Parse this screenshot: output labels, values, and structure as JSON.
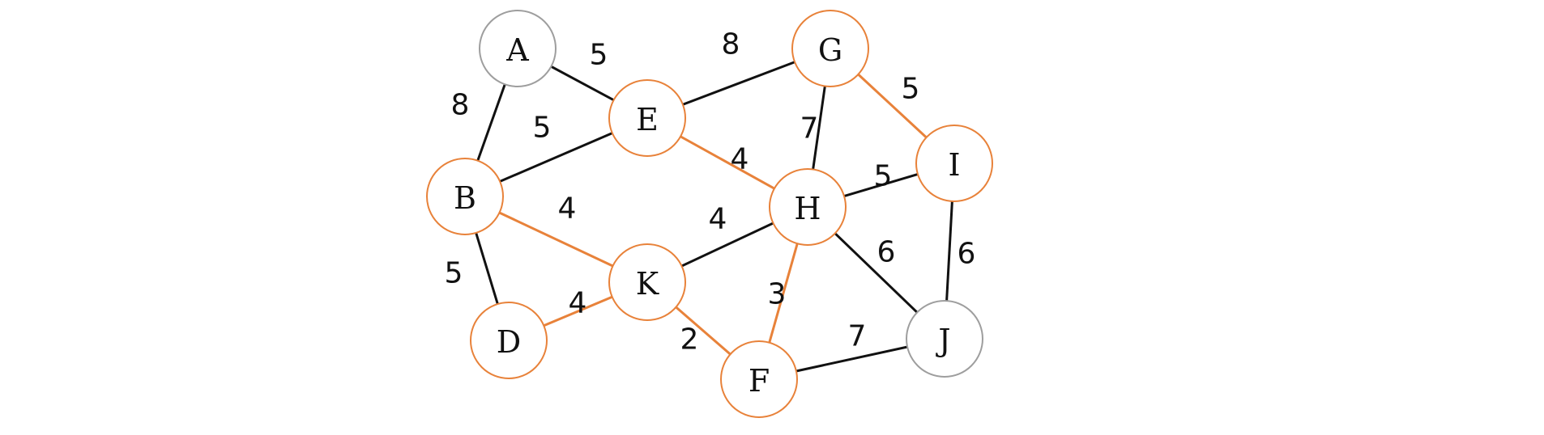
{
  "colors": {
    "highlight": "#E8823A",
    "default_edge": "#111111",
    "default_node": "#9E9E9E",
    "node_fill": "#FFFFFF"
  },
  "nodes": [
    {
      "id": "A",
      "label": "A",
      "highlighted": false
    },
    {
      "id": "B",
      "label": "B",
      "highlighted": true
    },
    {
      "id": "D",
      "label": "D",
      "highlighted": true
    },
    {
      "id": "E",
      "label": "E",
      "highlighted": true
    },
    {
      "id": "F",
      "label": "F",
      "highlighted": true
    },
    {
      "id": "G",
      "label": "G",
      "highlighted": true
    },
    {
      "id": "H",
      "label": "H",
      "highlighted": true
    },
    {
      "id": "I",
      "label": "I",
      "highlighted": true
    },
    {
      "id": "J",
      "label": "J",
      "highlighted": false
    },
    {
      "id": "K",
      "label": "K",
      "highlighted": true
    }
  ],
  "edges": [
    {
      "from": "A",
      "to": "E",
      "weight": "5",
      "highlighted": false
    },
    {
      "from": "A",
      "to": "B",
      "weight": "8",
      "highlighted": false
    },
    {
      "from": "E",
      "to": "G",
      "weight": "8",
      "highlighted": false
    },
    {
      "from": "B",
      "to": "E",
      "weight": "5",
      "highlighted": false
    },
    {
      "from": "G",
      "to": "I",
      "weight": "5",
      "highlighted": true
    },
    {
      "from": "G",
      "to": "H",
      "weight": "7",
      "highlighted": false
    },
    {
      "from": "E",
      "to": "H",
      "weight": "4",
      "highlighted": true
    },
    {
      "from": "H",
      "to": "I",
      "weight": "5",
      "highlighted": false
    },
    {
      "from": "B",
      "to": "K",
      "weight": "4",
      "highlighted": true
    },
    {
      "from": "K",
      "to": "H",
      "weight": "4",
      "highlighted": false
    },
    {
      "from": "B",
      "to": "D",
      "weight": "5",
      "highlighted": false
    },
    {
      "from": "H",
      "to": "J",
      "weight": "6",
      "highlighted": false
    },
    {
      "from": "I",
      "to": "J",
      "weight": "6",
      "highlighted": false
    },
    {
      "from": "D",
      "to": "K",
      "weight": "4",
      "highlighted": true
    },
    {
      "from": "H",
      "to": "F",
      "weight": "3",
      "highlighted": true
    },
    {
      "from": "K",
      "to": "F",
      "weight": "2",
      "highlighted": true
    },
    {
      "from": "F",
      "to": "J",
      "weight": "7",
      "highlighted": false
    }
  ]
}
